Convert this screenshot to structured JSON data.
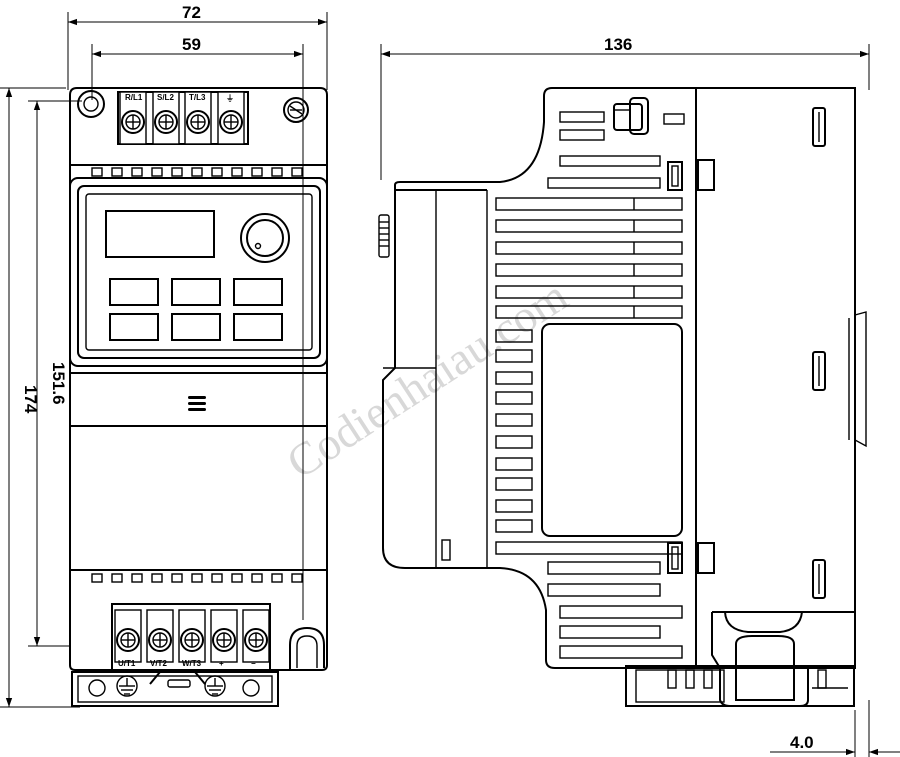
{
  "dimensions": {
    "front_width": "72",
    "front_inner_width": "59",
    "front_height": "174",
    "front_inner_height": "151.6",
    "side_depth": "136",
    "rail_offset": "4.0"
  },
  "terminals": {
    "top": [
      "R/L1",
      "S/L2",
      "T/L3",
      "⏚"
    ],
    "bottom": [
      "U/T1",
      "V/T2",
      "W/T3",
      "+",
      "−"
    ]
  },
  "watermark": "Codienhaiau.com",
  "colors": {
    "line": "#000000",
    "background": "#ffffff",
    "watermark": "#d8d8d8"
  }
}
